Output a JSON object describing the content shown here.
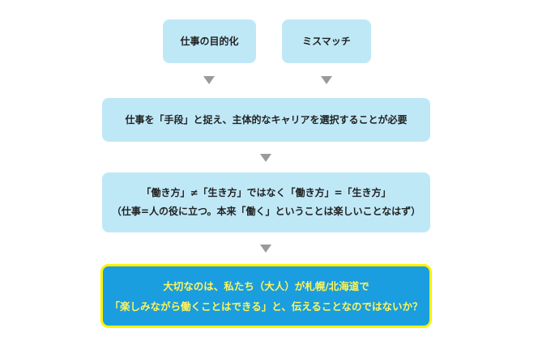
{
  "top_boxes": [
    {
      "label": "仕事の目的化"
    },
    {
      "label": "ミスマッチ"
    }
  ],
  "box_means": {
    "line1": "仕事を「手段」と捉え、主体的なキャリアを選択することが必要"
  },
  "box_life": {
    "line1": "「働き方」≠「生き方」ではなく「働き方」=「生き方」",
    "line2": "（仕事=人の役に立つ。本来「働く」ということは楽しいことなはず）"
  },
  "box_final": {
    "line1": "大切なのは、私たち（大人）が札幌/北海道で",
    "line2": "「楽しみながら働くことはできる」と、伝えることなのではないか？"
  },
  "colors": {
    "light_box": "#bfe8f7",
    "final_box": "#1a9ee0",
    "final_border": "#fff200",
    "final_text": "#fff45a",
    "arrow": "#9a9a9a"
  }
}
